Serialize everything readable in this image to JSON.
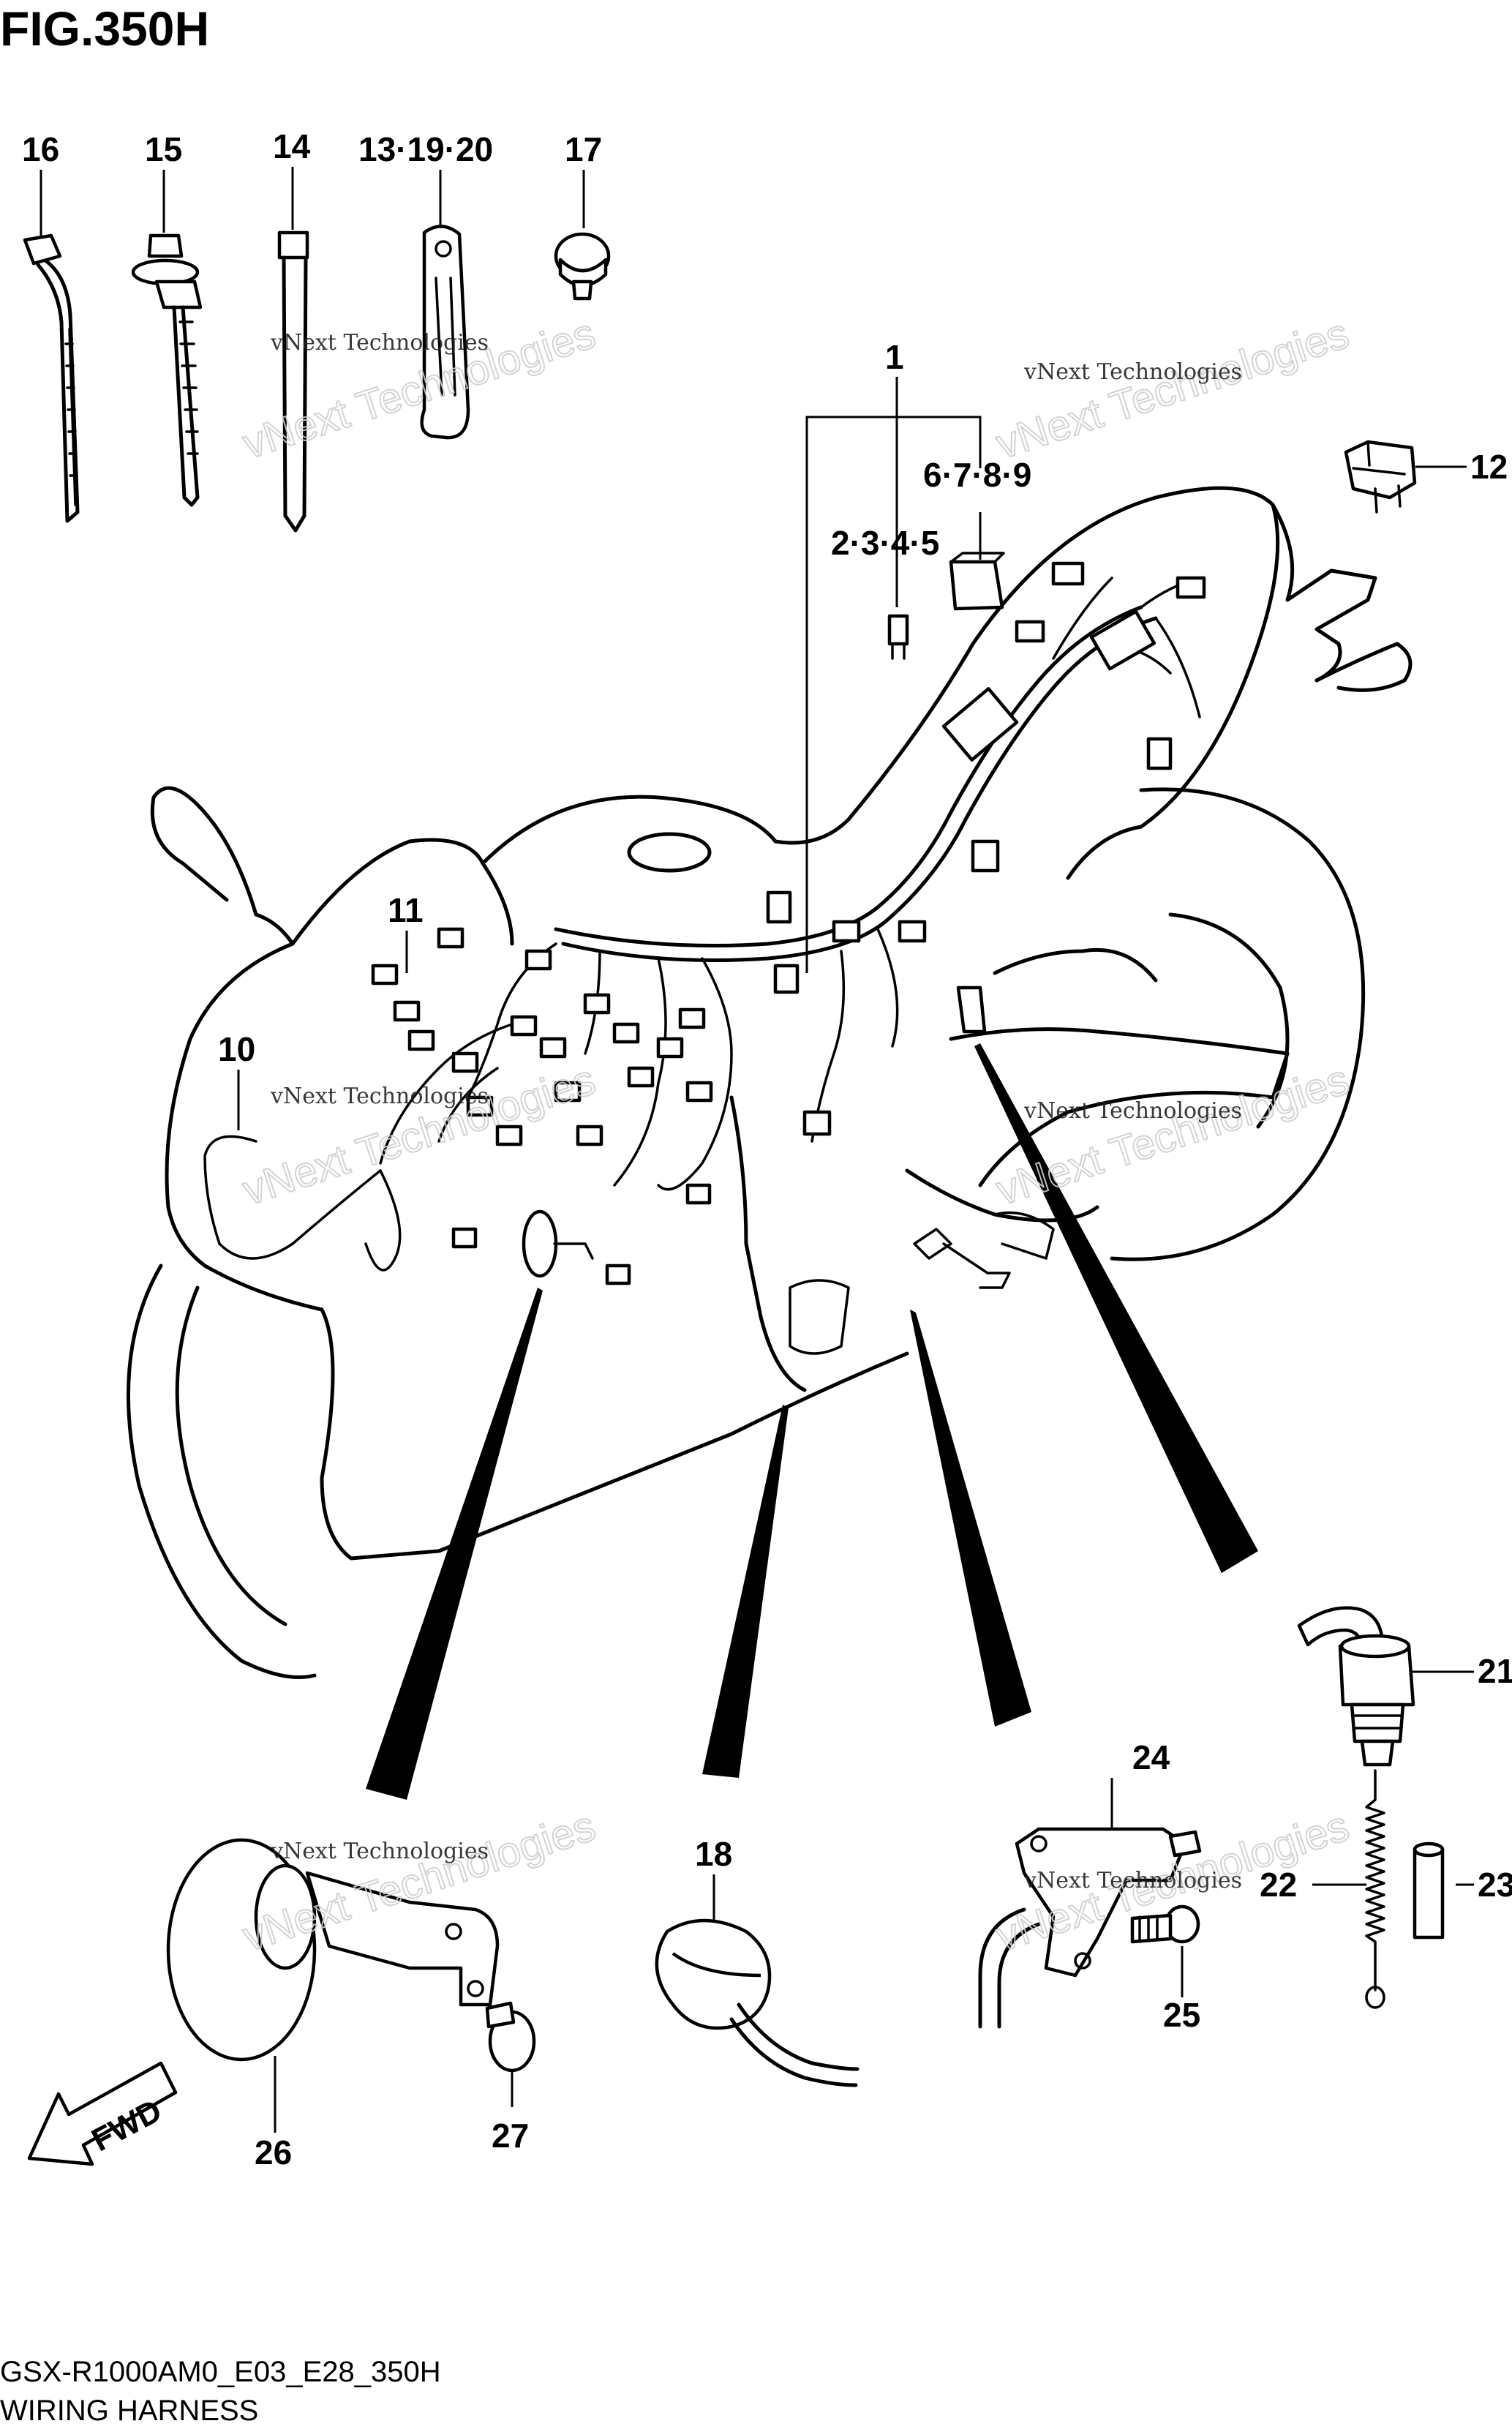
{
  "header": {
    "title": "FIG.350H"
  },
  "footer": {
    "code": "GSX-R1000AM0_E03_E28_350H",
    "caption": "WIRING HARNESS"
  },
  "fwd_label": "FWD",
  "watermark": {
    "line1": "vNext Technologies",
    "line2": "vNext Technologies"
  },
  "callouts": {
    "c1": "1",
    "c2345": "2·3·4·5",
    "c6789": "6·7·8·9",
    "c10": "10",
    "c11": "11",
    "c12": "12",
    "c131920": "13·19·20",
    "c14": "14",
    "c15": "15",
    "c16": "16",
    "c17": "17",
    "c18": "18",
    "c21": "21",
    "c22": "22",
    "c23": "23",
    "c24": "24",
    "c25": "25",
    "c26": "26",
    "c27": "27"
  }
}
